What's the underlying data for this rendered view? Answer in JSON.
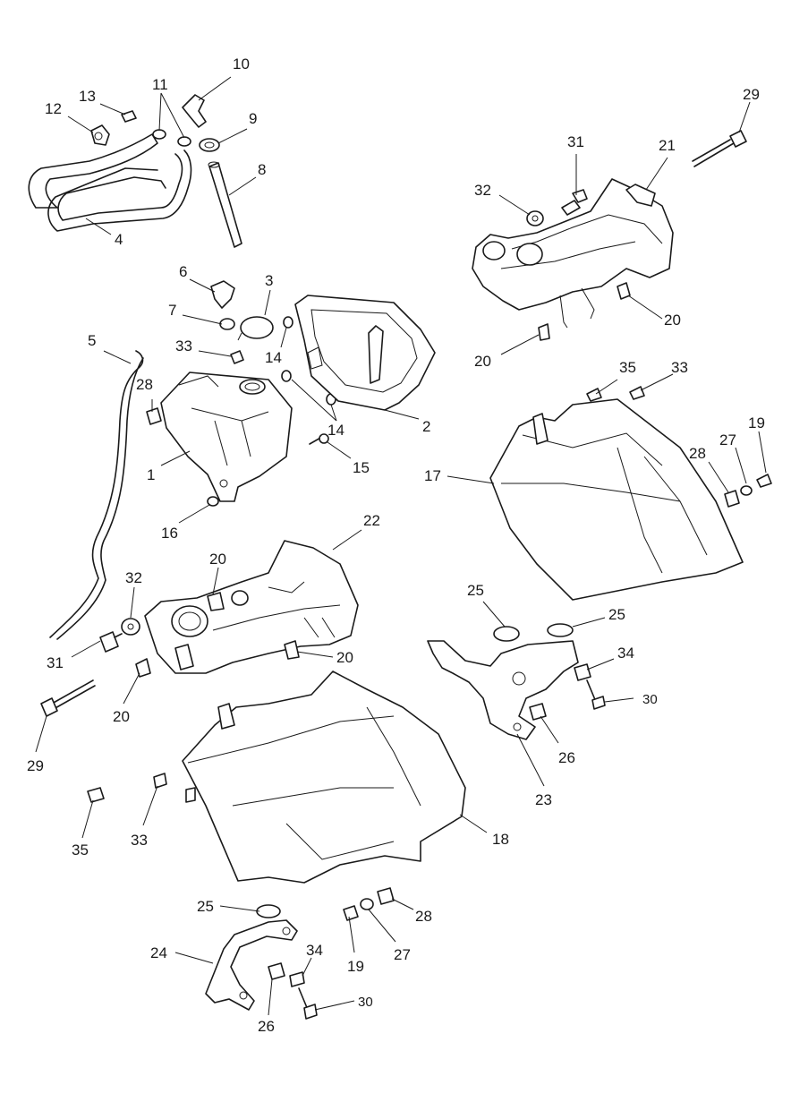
{
  "diagram": {
    "background": "#ffffff",
    "line_color": "#1a1a1a",
    "callouts": [
      {
        "id": "c10",
        "text": "10"
      },
      {
        "id": "c11",
        "text": "11"
      },
      {
        "id": "c13",
        "text": "13"
      },
      {
        "id": "c12",
        "text": "12"
      },
      {
        "id": "c9",
        "text": "9"
      },
      {
        "id": "c8",
        "text": "8"
      },
      {
        "id": "c4",
        "text": "4"
      },
      {
        "id": "c29a",
        "text": "29"
      },
      {
        "id": "c31a",
        "text": "31"
      },
      {
        "id": "c21",
        "text": "21"
      },
      {
        "id": "c32a",
        "text": "32"
      },
      {
        "id": "c20a",
        "text": "20"
      },
      {
        "id": "c20b",
        "text": "20"
      },
      {
        "id": "c6",
        "text": "6"
      },
      {
        "id": "c3",
        "text": "3"
      },
      {
        "id": "c7",
        "text": "7"
      },
      {
        "id": "c5",
        "text": "5"
      },
      {
        "id": "c33a",
        "text": "33"
      },
      {
        "id": "c14a",
        "text": "14"
      },
      {
        "id": "c14b",
        "text": "14"
      },
      {
        "id": "c28a",
        "text": "28"
      },
      {
        "id": "c2",
        "text": "2"
      },
      {
        "id": "c1",
        "text": "1"
      },
      {
        "id": "c15",
        "text": "15"
      },
      {
        "id": "c16",
        "text": "16"
      },
      {
        "id": "c35a",
        "text": "35"
      },
      {
        "id": "c33b",
        "text": "33"
      },
      {
        "id": "c19a",
        "text": "19"
      },
      {
        "id": "c27a",
        "text": "27"
      },
      {
        "id": "c28b",
        "text": "28"
      },
      {
        "id": "c17",
        "text": "17"
      },
      {
        "id": "c22",
        "text": "22"
      },
      {
        "id": "c20c",
        "text": "20"
      },
      {
        "id": "c32b",
        "text": "32"
      },
      {
        "id": "c31b",
        "text": "31"
      },
      {
        "id": "c20d",
        "text": "20"
      },
      {
        "id": "c20e",
        "text": "20"
      },
      {
        "id": "c29b",
        "text": "29"
      },
      {
        "id": "c25a",
        "text": "25"
      },
      {
        "id": "c25b",
        "text": "25"
      },
      {
        "id": "c34a",
        "text": "34"
      },
      {
        "id": "c30a",
        "text": "30"
      },
      {
        "id": "c26a",
        "text": "26"
      },
      {
        "id": "c23",
        "text": "23"
      },
      {
        "id": "c18",
        "text": "18"
      },
      {
        "id": "c33c",
        "text": "33"
      },
      {
        "id": "c35b",
        "text": "35"
      },
      {
        "id": "c25c",
        "text": "25"
      },
      {
        "id": "c28c",
        "text": "28"
      },
      {
        "id": "c27b",
        "text": "27"
      },
      {
        "id": "c19b",
        "text": "19"
      },
      {
        "id": "c24",
        "text": "24"
      },
      {
        "id": "c34b",
        "text": "34"
      },
      {
        "id": "c30b",
        "text": "30"
      },
      {
        "id": "c26b",
        "text": "26"
      }
    ]
  }
}
